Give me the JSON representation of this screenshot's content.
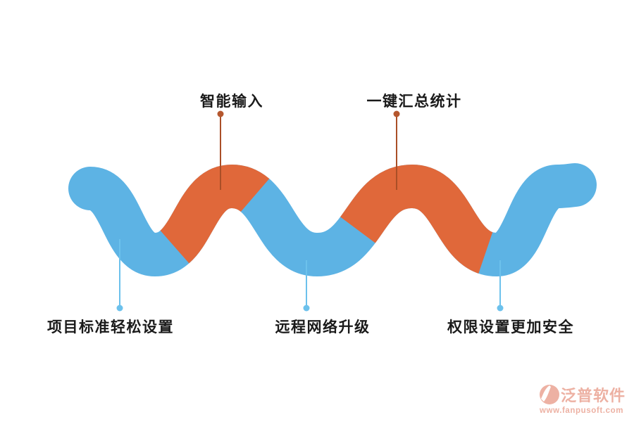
{
  "colors": {
    "background": "#ffffff",
    "wave_blue": "#5db3e4",
    "wave_orange": "#e0683a",
    "top_pointer": "#aa4f27",
    "top_dot": "#b5572e",
    "bottom_pointer": "#6cc1ec",
    "label_text": "#1a1a1a",
    "watermark": "#edb1a3"
  },
  "top_labels": [
    {
      "text": "智能输入"
    },
    {
      "text": "一键汇总统计"
    }
  ],
  "bottom_labels": [
    {
      "text": "项目标准轻松设置"
    },
    {
      "text": "远程网络升级"
    },
    {
      "text": "权限设置更加安全"
    }
  ],
  "watermark": {
    "brand": "泛普软件",
    "url": "www.fanpusoft.com"
  }
}
